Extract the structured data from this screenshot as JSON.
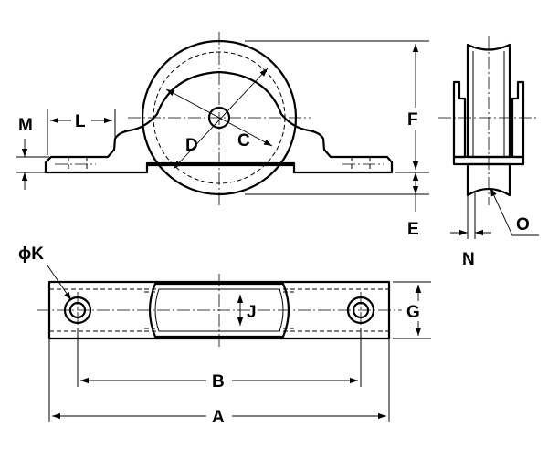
{
  "labels": {
    "A": "A",
    "B": "B",
    "C": "C",
    "D": "D",
    "E": "E",
    "F": "F",
    "G": "G",
    "J": "J",
    "K": "ϕK",
    "L": "L",
    "M": "M",
    "N": "N",
    "O": "O"
  }
}
